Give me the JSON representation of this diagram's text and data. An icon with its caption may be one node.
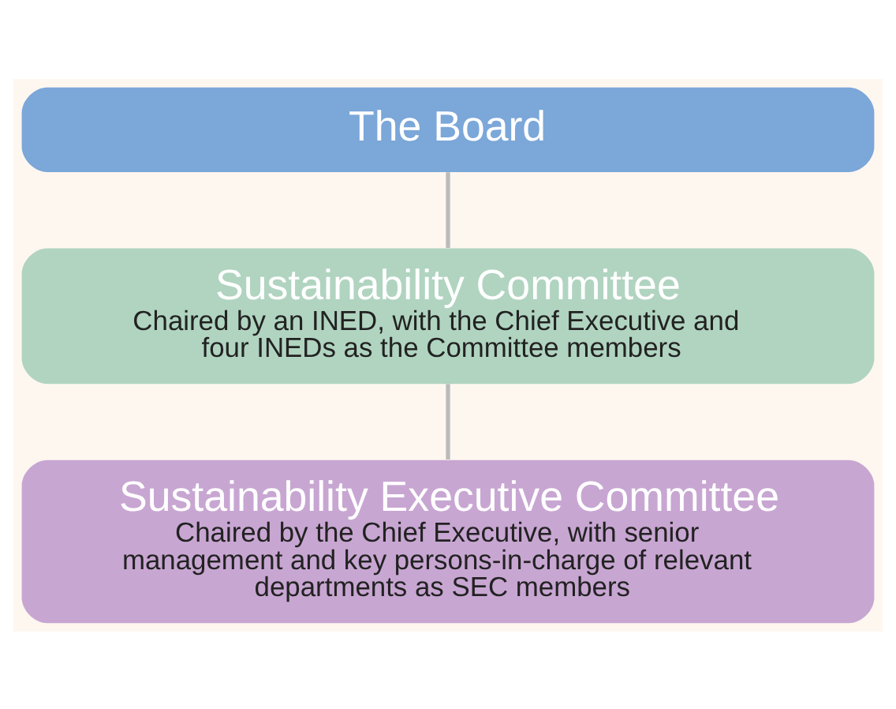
{
  "diagram": {
    "nodes": [
      {
        "text": [
          "The Board"
        ]
      },
      {
        "text": [
          "Sustainability Committee",
          "Chaired by an INED, with the Chief Executive and four INEDs as the Committee members"
        ]
      },
      {
        "text": [
          "Sustainability Executive Committee",
          "Chaired by the Chief Executive, with senior management and key persons-in-charge of relevant departments as SEC members"
        ]
      }
    ],
    "edges": [
      {
        "from": 0,
        "to": 1,
        "arrow": "none"
      },
      {
        "from": 1,
        "to": 2,
        "arrow": "none"
      }
    ]
  }
}
